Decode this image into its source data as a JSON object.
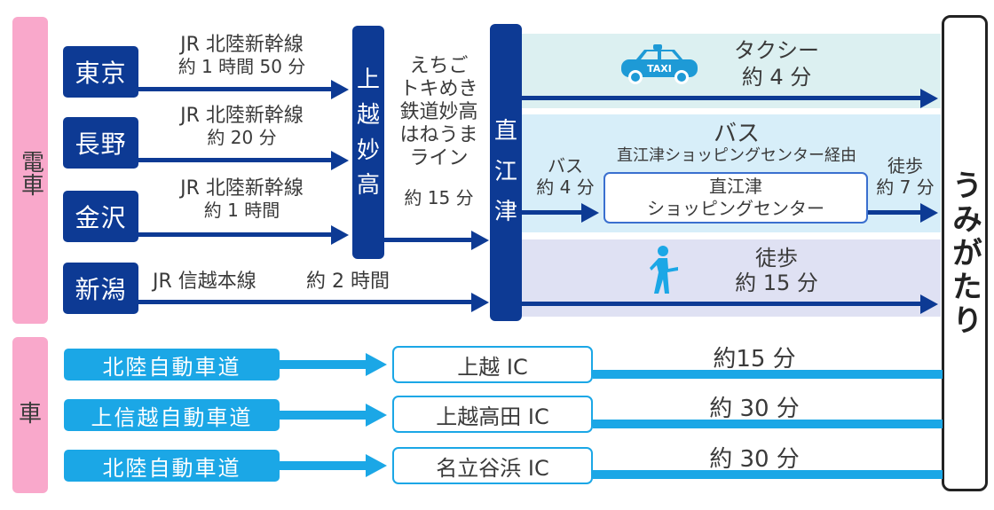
{
  "categories": {
    "train": "電車",
    "car": "車"
  },
  "train_origins": [
    {
      "station": "東京",
      "line": "JR 北陸新幹線",
      "time": "約 1 時間 50 分"
    },
    {
      "station": "長野",
      "line": "JR 北陸新幹線",
      "time": "約 20 分"
    },
    {
      "station": "金沢",
      "line": "JR 北陸新幹線",
      "time": "約 1 時間"
    },
    {
      "station": "新潟",
      "line": "JR 信越本線",
      "time": "約 2 時間"
    }
  ],
  "transfer_station": {
    "name": "上越妙高",
    "chars": [
      "上",
      "越",
      "妙",
      "高"
    ]
  },
  "local_line": {
    "name_lines": [
      "えちご",
      "トキめき",
      "鉄道妙高",
      "はねうま",
      "ライン"
    ],
    "time": "約 15 分"
  },
  "hub_station": {
    "name": "直江津",
    "chars": [
      "直",
      "江",
      "津"
    ]
  },
  "last_mile": {
    "taxi": {
      "icon": "taxi-icon",
      "badge": "TAXI",
      "label": "タクシー",
      "time": "約 4 分"
    },
    "bus": {
      "title": "バス",
      "via": "直江津ショッピングセンター経由",
      "bus_label": "バス",
      "bus_time": "約 4 分",
      "stop_line1": "直江津",
      "stop_line2": "ショッピングセンター",
      "walk_label": "徒歩",
      "walk_time": "約 7 分"
    },
    "walk": {
      "icon": "pedestrian-icon",
      "label": "徒歩",
      "time": "約 15 分"
    }
  },
  "destination": "うみがたり",
  "car_routes": [
    {
      "expressway": "北陸自動車道",
      "ic": "上越 IC",
      "time": "約15 分"
    },
    {
      "expressway": "上信越自動車道",
      "ic": "上越高田 IC",
      "time": "約 30 分"
    },
    {
      "expressway": "北陸自動車道",
      "ic": "名立谷浜 IC",
      "time": "約 30 分"
    }
  ],
  "colors": {
    "train_navy": "#0d3a94",
    "car_cyan": "#1ba7e6",
    "category_pink": "#f9a8cb",
    "taxi_band": "#dcf0f1",
    "bus_band": "#d7eef9",
    "walk_band": "#dfe1f3"
  }
}
